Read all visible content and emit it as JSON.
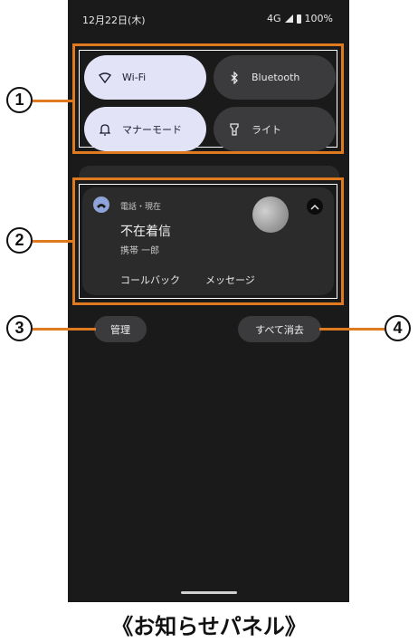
{
  "status_bar": {
    "date": "12月22日(木)",
    "network": "4G",
    "battery": "100%"
  },
  "quick_settings": [
    {
      "label": "Wi-Fi",
      "icon": "wifi-icon",
      "state": "on"
    },
    {
      "label": "Bluetooth",
      "icon": "bluetooth-icon",
      "state": "off"
    },
    {
      "label": "マナーモード",
      "icon": "bell-icon",
      "state": "on"
    },
    {
      "label": "ライト",
      "icon": "flashlight-icon",
      "state": "off"
    }
  ],
  "notification": {
    "app_name": "電話・現在",
    "title": "不在着信",
    "subtitle": "携帯 一郎",
    "actions": [
      "コールバック",
      "メッセージ"
    ]
  },
  "buttons": {
    "manage": "管理",
    "clear_all": "すべて消去"
  },
  "callouts": [
    "1",
    "2",
    "3",
    "4"
  ],
  "caption": "《お知らせパネル》",
  "colors": {
    "callout_orange": "#e07a20",
    "tile_on": "#e3e3f7",
    "tile_off": "#3b3b3e",
    "panel_bg": "#1a1a1a"
  }
}
